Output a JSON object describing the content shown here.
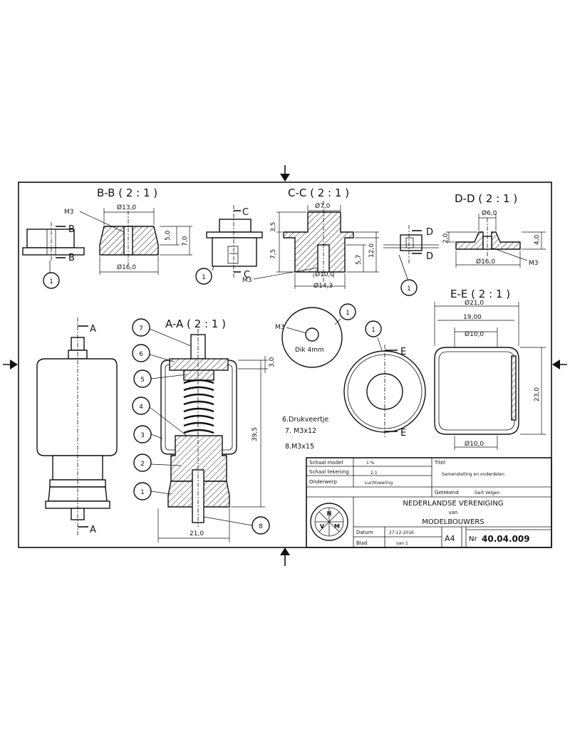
{
  "sections": {
    "bb": "B-B ( 2 : 1 )",
    "cc": "C-C ( 2 : 1 )",
    "dd": "D-D ( 2 : 1 )",
    "aa": "A-A ( 2 : 1 )",
    "ee": "E-E ( 2 : 1 )"
  },
  "cut_letters": {
    "a": "A",
    "b": "B",
    "c": "C",
    "d": "D",
    "e": "E"
  },
  "dims": {
    "bb_top": "Ø13,0",
    "bb_bottom": "Ø16,0",
    "bb_h1": "5,0",
    "bb_h2": "7,0",
    "bb_thread": "M3",
    "cc_top": "Ø7,0",
    "cc_h1": "3,5",
    "cc_h2": "7,5",
    "cc_h3": "5,7",
    "cc_h4": "12,0",
    "cc_b1": "Ø10,0",
    "cc_b2": "Ø14,3",
    "cc_thread": "M3",
    "dd_top": "Ø6,0",
    "dd_h1": "2,0",
    "dd_h2": "4,0",
    "dd_bottom": "Ø16,0",
    "dd_thread": "M3",
    "aa_h1": "3,0",
    "aa_h2": "39,5",
    "aa_w": "21,0",
    "ee_d1": "Ø21,0",
    "ee_d2": "19,00",
    "ee_d3": "Ø10,0",
    "ee_h": "23,0",
    "ee_d4": "Ø10,0",
    "hole_thread": "M3",
    "hole_note": "Dik 4mm"
  },
  "balloons": [
    "1",
    "2",
    "3",
    "4",
    "5",
    "6",
    "7",
    "8"
  ],
  "parts_notes": [
    "6.Drukveertje",
    "7. M3x12",
    "8.M3x15"
  ],
  "title_block": {
    "schaal_model_label": "Schaal model",
    "schaal_model_value": "1:%",
    "schaal_tekening_label": "Schaal tekening",
    "schaal_tekening_value": "2:1",
    "onderwerp_label": "Onderwerp",
    "onderwerp_value": "Luchtveering",
    "titel_label": "Titel",
    "titel_value": "Samenstelling en onderdelen",
    "getekend_label": "Getekend",
    "getekend_value": "Gert Velgen",
    "org_line1": "NEDERLANDSE VERENIGING",
    "org_line2": "van",
    "org_line3": "MODELBOUWERS",
    "logo_letters": [
      "N",
      "V",
      "M"
    ],
    "datum_label": "Datum",
    "datum_value": "27-12-2016",
    "blad_label": "Blad",
    "blad_value": "van 1",
    "format": "A4",
    "nr_label": "Nr",
    "nr_value": "40.04.009"
  }
}
